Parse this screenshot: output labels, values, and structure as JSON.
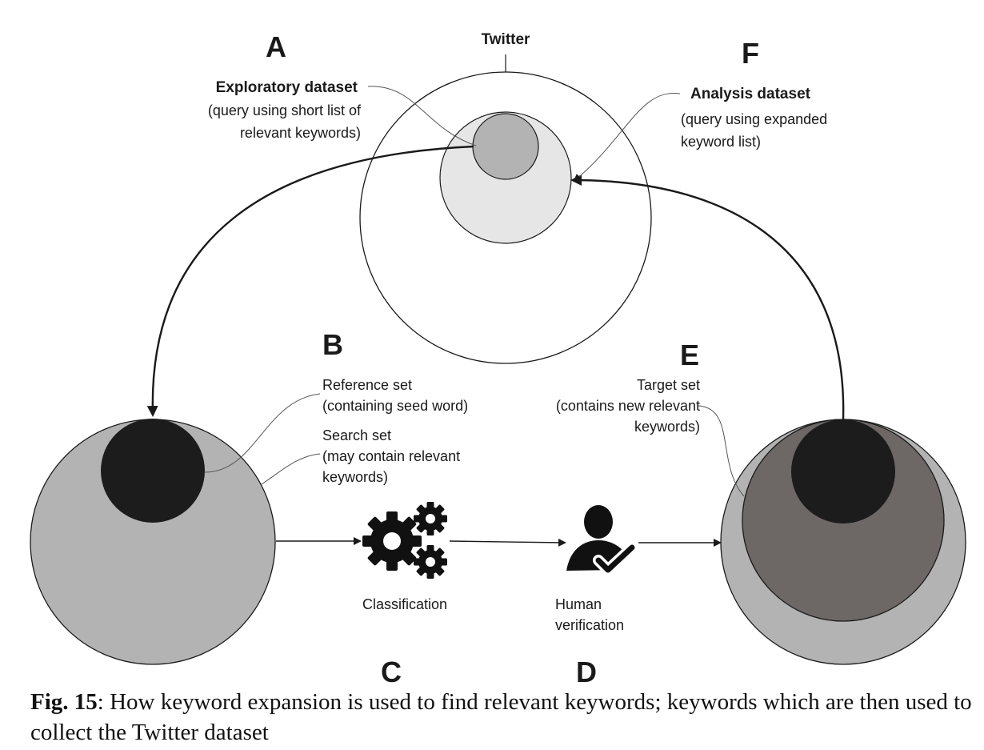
{
  "letters": {
    "a": "A",
    "b": "B",
    "c": "C",
    "d": "D",
    "e": "E",
    "f": "F"
  },
  "twitter": "Twitter",
  "exploratory": {
    "title": "Exploratory dataset",
    "line1": "(query using short list of",
    "line2": "relevant keywords)"
  },
  "analysis": {
    "title": "Analysis dataset",
    "line1": "(query using expanded",
    "line2": "keyword list)"
  },
  "reference": {
    "line1": "Reference set",
    "line2": "(containing seed word)"
  },
  "search": {
    "line1": "Search set",
    "line2": "(may contain relevant",
    "line3": "keywords)"
  },
  "target": {
    "line1": "Target set",
    "line2": "(contains new relevant",
    "line3": "keywords)"
  },
  "steps": {
    "classification": "Classification",
    "human1": "Human",
    "human2": "verification"
  },
  "icons": {
    "classification": "gears-icon",
    "verification": "user-check-icon"
  },
  "caption": {
    "fig": "Fig. 15",
    "text": ": How keyword expansion is used to find relevant keywords; keywords which are then used to collect the Twitter dataset"
  },
  "colors": {
    "line": "#1a1a1a",
    "search_set": "#b3b3b3",
    "reference_set": "#1c1c1c",
    "analysis_dataset": "#e6e6e6",
    "exploratory_dataset": "#b3b3b3",
    "target_inner": "#6d6766"
  }
}
